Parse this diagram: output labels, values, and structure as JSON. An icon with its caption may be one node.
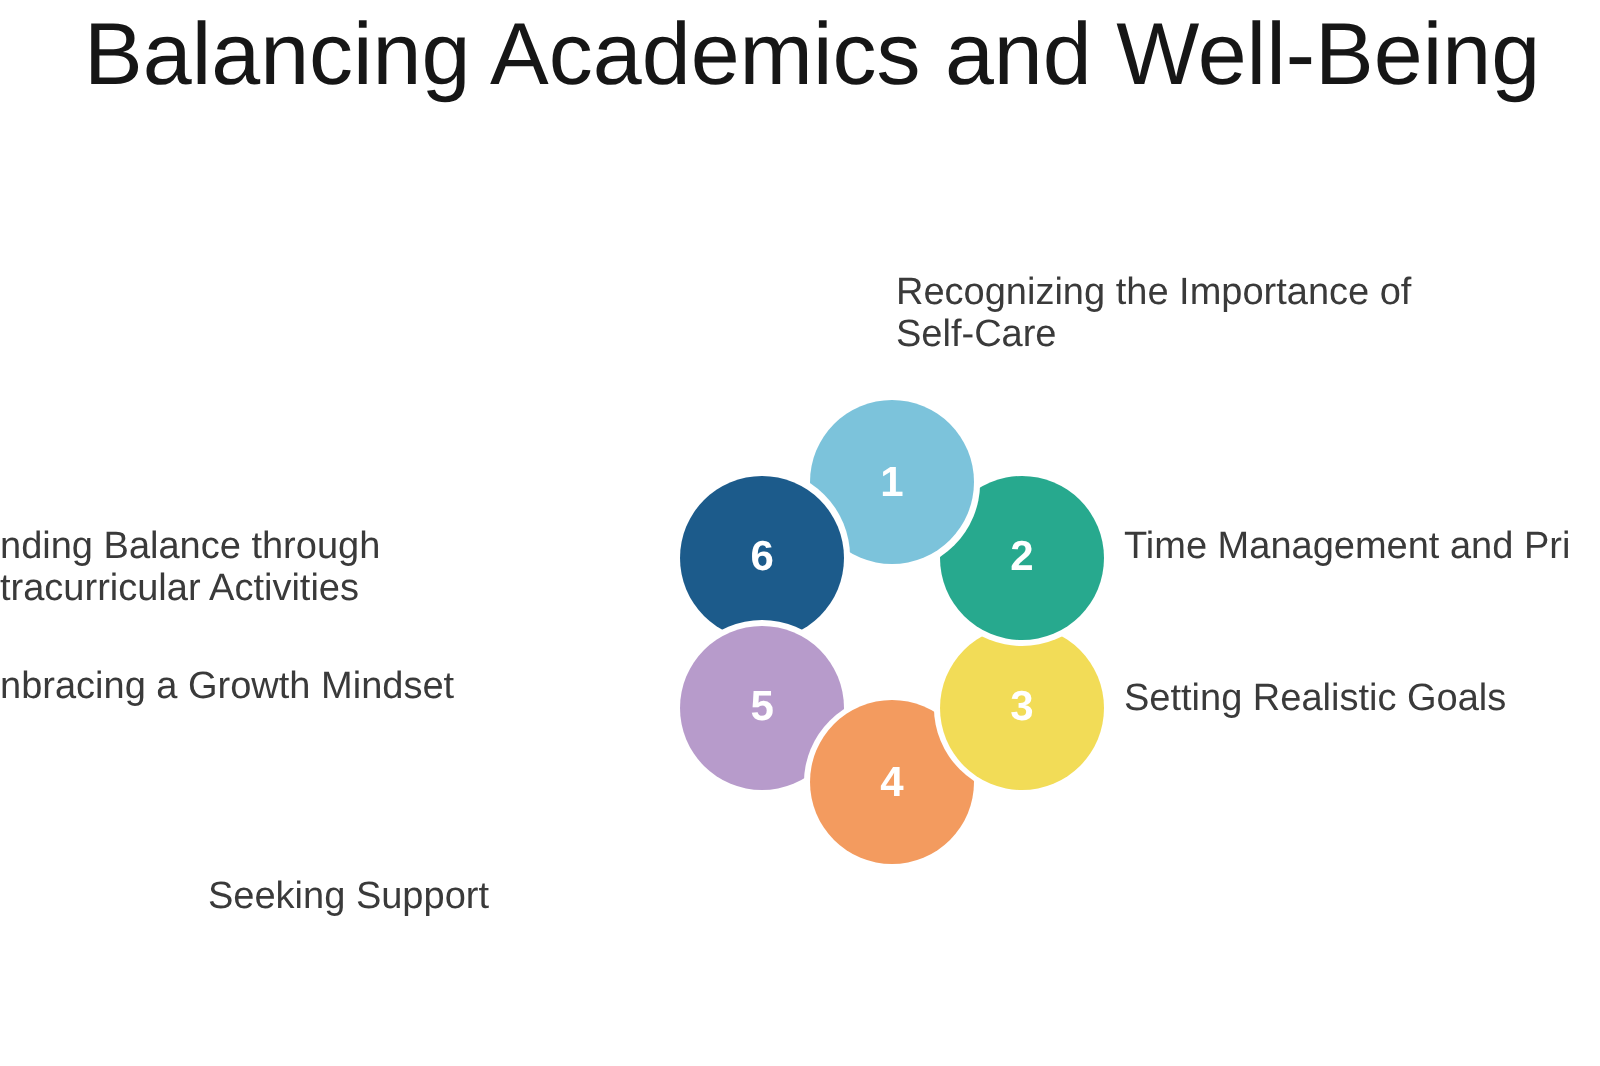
{
  "diagram": {
    "title": "Balancing Academics and Well-Being",
    "nodes": [
      {
        "text": [
          "1"
        ],
        "beside": [
          "Recognizing the Importance of Self-Care"
        ]
      },
      {
        "text": [
          "2"
        ],
        "beside": [
          "Time Management and Pri"
        ]
      },
      {
        "text": [
          "3"
        ],
        "beside": [
          "Setting Realistic Goals"
        ]
      },
      {
        "text": [
          "4"
        ]
      },
      {
        "text": [
          "5"
        ]
      },
      {
        "text": [
          "6"
        ]
      }
    ],
    "labels": [
      "nding Balance through tracurricular Activities",
      "nbracing a Growth Mindset",
      "Seeking Support"
    ]
  }
}
